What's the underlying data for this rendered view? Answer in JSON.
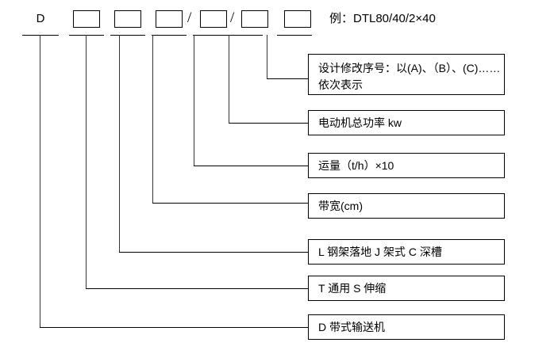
{
  "diagram": {
    "title_example": "例：DTL80/40/2×40",
    "code_slots": [
      {
        "name": "slot-d",
        "label": "D",
        "type": "letter"
      },
      {
        "name": "slot-2",
        "label": "",
        "type": "box"
      },
      {
        "name": "slot-3",
        "label": "",
        "type": "box"
      },
      {
        "name": "slot-4",
        "label": "",
        "type": "box"
      },
      {
        "name": "slot-5",
        "label": "",
        "type": "box"
      },
      {
        "name": "slot-6",
        "label": "",
        "type": "box"
      },
      {
        "name": "slot-7",
        "label": "",
        "type": "box"
      }
    ],
    "separators": [
      {
        "name": "separator-1",
        "label": "/"
      },
      {
        "name": "separator-2",
        "label": "/"
      }
    ],
    "descriptions": [
      {
        "name": "desc-design-revision",
        "lines": [
          "设计修改序号：以(A)、（B）、(C)……",
          "依次表示"
        ]
      },
      {
        "name": "desc-motor-power",
        "lines": [
          "电动机总功率 kw"
        ]
      },
      {
        "name": "desc-capacity",
        "lines": [
          "运量（t/h）×10"
        ]
      },
      {
        "name": "desc-belt-width",
        "lines": [
          "带宽(cm)"
        ]
      },
      {
        "name": "desc-frame-type",
        "lines": [
          "L 钢架落地 J 架式 C 深槽"
        ]
      },
      {
        "name": "desc-general-type",
        "lines": [
          "T 通用 S 伸缩"
        ]
      },
      {
        "name": "desc-belt-conveyor",
        "lines": [
          "D 带式输送机"
        ]
      }
    ]
  }
}
